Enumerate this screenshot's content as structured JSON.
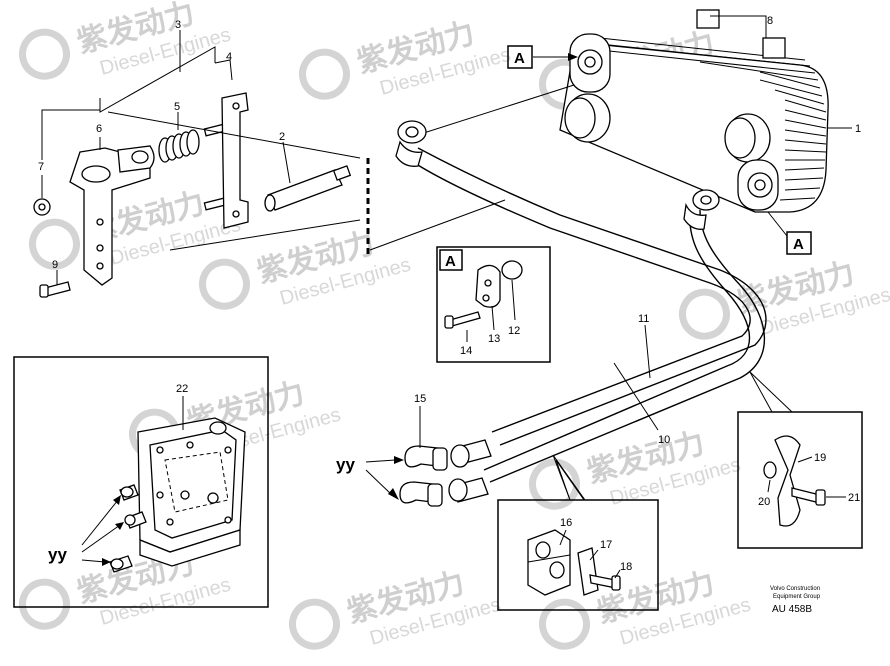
{
  "watermark": {
    "brand_cn": "紫发动力",
    "brand_en": "Diesel-Engines"
  },
  "callouts": {
    "n1": "1",
    "n2": "2",
    "n3": "3",
    "n4": "4",
    "n5": "5",
    "n6": "6",
    "n7": "7",
    "n8": "8",
    "n9": "9",
    "n10": "10",
    "n11": "11",
    "n12": "12",
    "n13": "13",
    "n14": "14",
    "n15": "15",
    "n16": "16",
    "n17": "17",
    "n18": "18",
    "n19": "19",
    "n20": "20",
    "n21": "21",
    "n22": "22"
  },
  "section_marks": {
    "a_top": "A",
    "a_right": "A",
    "a_inset": "A",
    "yy_hoses": "yy",
    "yy_valve": "yy"
  },
  "footer": {
    "company_line1": "Volvo Construction",
    "company_line2": "Equipment Group",
    "drawing_code": "AU 458B"
  }
}
